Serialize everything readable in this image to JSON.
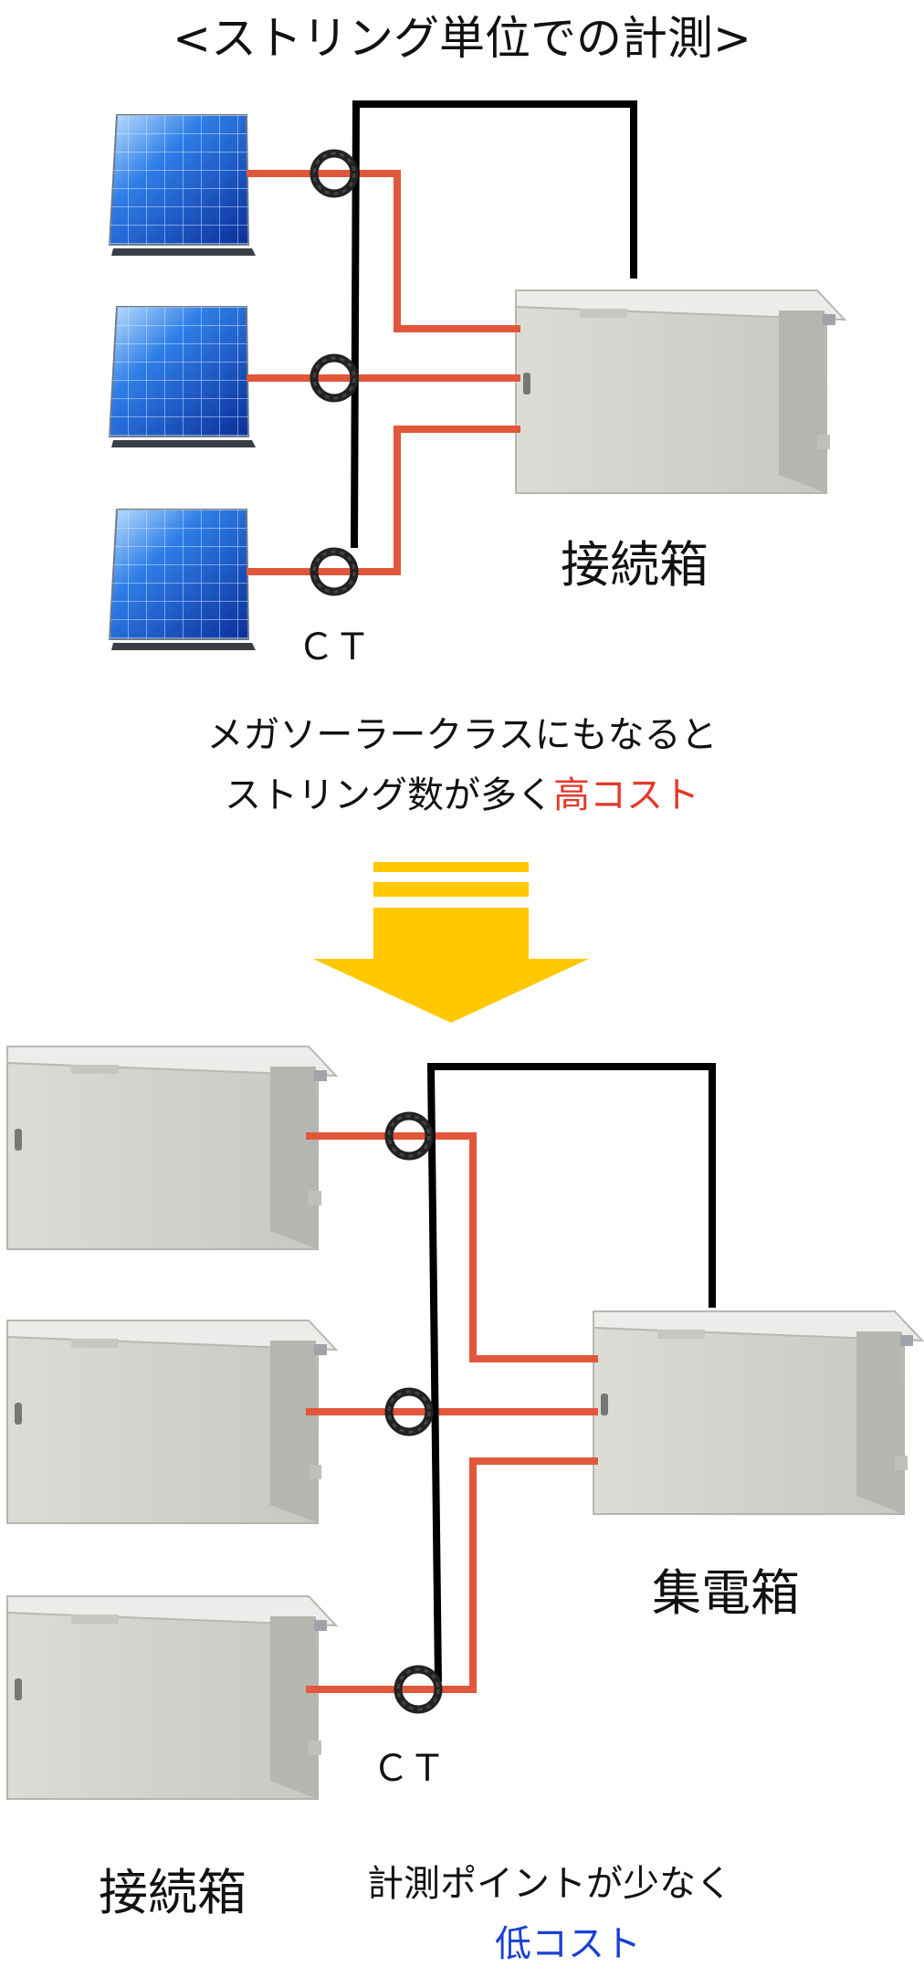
{
  "title": "<ストリング単位での計測>",
  "top_section": {
    "ct_label": "ＣＴ",
    "junction_box_label": "接続箱",
    "caption_line1": "メガソーラークラスにもなると",
    "caption_line2_prefix": "ストリング数が多く",
    "caption_line2_highlight": "高コスト"
  },
  "bottom_section": {
    "ct_label": "ＣＴ",
    "collector_box_label": "集電箱",
    "junction_box_label": "接続箱",
    "caption_line1": "計測ポイントが少なく",
    "caption_line2_highlight": "低コスト"
  },
  "colors": {
    "wire_red": "#e0573b",
    "wire_black": "#000000",
    "arrow_yellow": "#ffc800",
    "highlight_red": "#e23a2a",
    "highlight_blue": "#1a3fd6"
  },
  "icons": {
    "solar_panel": "solar-panel-icon",
    "enclosure": "electrical-box-icon",
    "ct_clamp": "ct-clamp-icon",
    "arrow": "down-arrow-icon"
  }
}
